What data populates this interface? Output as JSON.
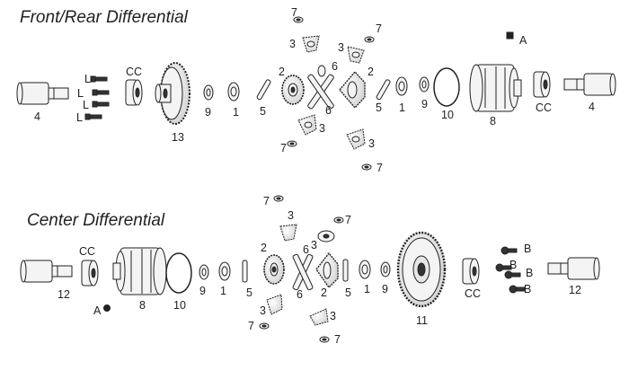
{
  "sections": {
    "front_rear": {
      "title": "Front/Rear Differential"
    },
    "center": {
      "title": "Center Differential"
    }
  },
  "labels": {
    "n1": "1",
    "n2": "2",
    "n3": "3",
    "n4": "4",
    "n5": "5",
    "n6": "6",
    "n7": "7",
    "n8": "8",
    "n9": "9",
    "n10": "10",
    "n11": "11",
    "n12": "12",
    "n13": "13",
    "A": "A",
    "B": "B",
    "L": "L",
    "CC": "CC"
  },
  "colors": {
    "line": "#222222",
    "fill": "#f4f4f4",
    "shade": "#cfcfcf",
    "dark": "#333333"
  }
}
